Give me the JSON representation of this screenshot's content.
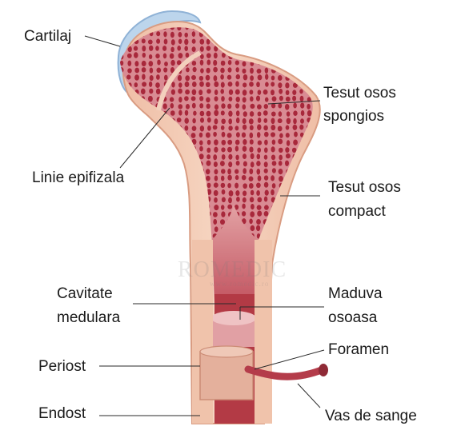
{
  "labels": {
    "cartilaj": "Cartilaj",
    "linie_epifizala": "Linie epifizala",
    "tesut_spongios_1": "Tesut osos",
    "tesut_spongios_2": "spongios",
    "tesut_compact_1": "Tesut osos",
    "tesut_compact_2": "compact",
    "cavitate_1": "Cavitate",
    "cavitate_2": "medulara",
    "maduva_1": "Maduva",
    "maduva_2": "osoasa",
    "foramen": "Foramen",
    "periost": "Periost",
    "endost": "Endost",
    "vas": "Vas de sange"
  },
  "watermark": {
    "brand": "ROMEDIC",
    "url": "www.romedic.ro"
  },
  "colors": {
    "cartilage": "#b9d3ea",
    "cartilage_edge": "#8fb2d6",
    "bone": "#f2c9b0",
    "bone_edge": "#e0a68c",
    "spongy_bg": "#d9828d",
    "spongy_pore": "#a8283b",
    "marrow": "#b33a45",
    "marrow_light": "#e0a1a3",
    "periost": "#e7b7a4",
    "vessel": "#b43c4a",
    "leader": "#2a2a2a"
  }
}
